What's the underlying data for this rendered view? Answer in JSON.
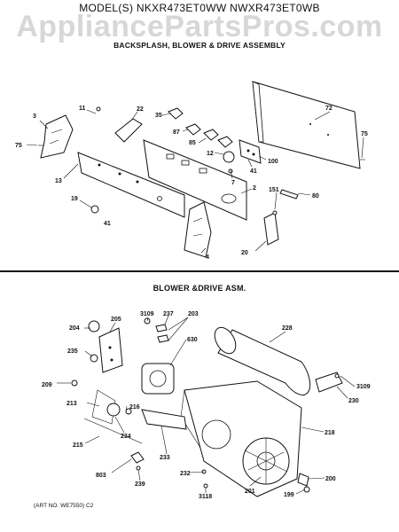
{
  "header": {
    "model_line": "MODEL(S) NKXR473ET0WW NWXR473ET0WB",
    "watermark": "AppliancePartsPros.com"
  },
  "sections": {
    "backsplash_title": "BACKSPLASH, BLOWER & DRIVE ASSEMBLY",
    "blower_title": "BLOWER &DRIVE ASM."
  },
  "callouts": {
    "c3": "3",
    "c75a": "75",
    "c11": "11",
    "c22": "22",
    "c35": "35",
    "c87": "87",
    "c85": "85",
    "c12": "12",
    "c7": "7",
    "c41a": "41",
    "c100": "100",
    "c72": "72",
    "c75b": "75",
    "c13": "13",
    "c2": "2",
    "c151": "151",
    "c80": "80",
    "c19": "19",
    "c41b": "41",
    "c4": "4",
    "c20": "20",
    "c3109a": "3109",
    "c237": "237",
    "c203": "203",
    "c205": "205",
    "c204": "204",
    "c630": "630",
    "c228": "228",
    "c235": "235",
    "c209": "209",
    "c3109b": "3109",
    "c230": "230",
    "c213": "213",
    "c216": "216",
    "c234": "234",
    "c218": "218",
    "c215": "215",
    "c233": "233",
    "c803": "803",
    "c239": "239",
    "c232": "232",
    "c3118": "3118",
    "c200": "200",
    "c201": "201",
    "c199": "199"
  },
  "footer": {
    "art_no": "(ART NO. WE7550) C2"
  }
}
